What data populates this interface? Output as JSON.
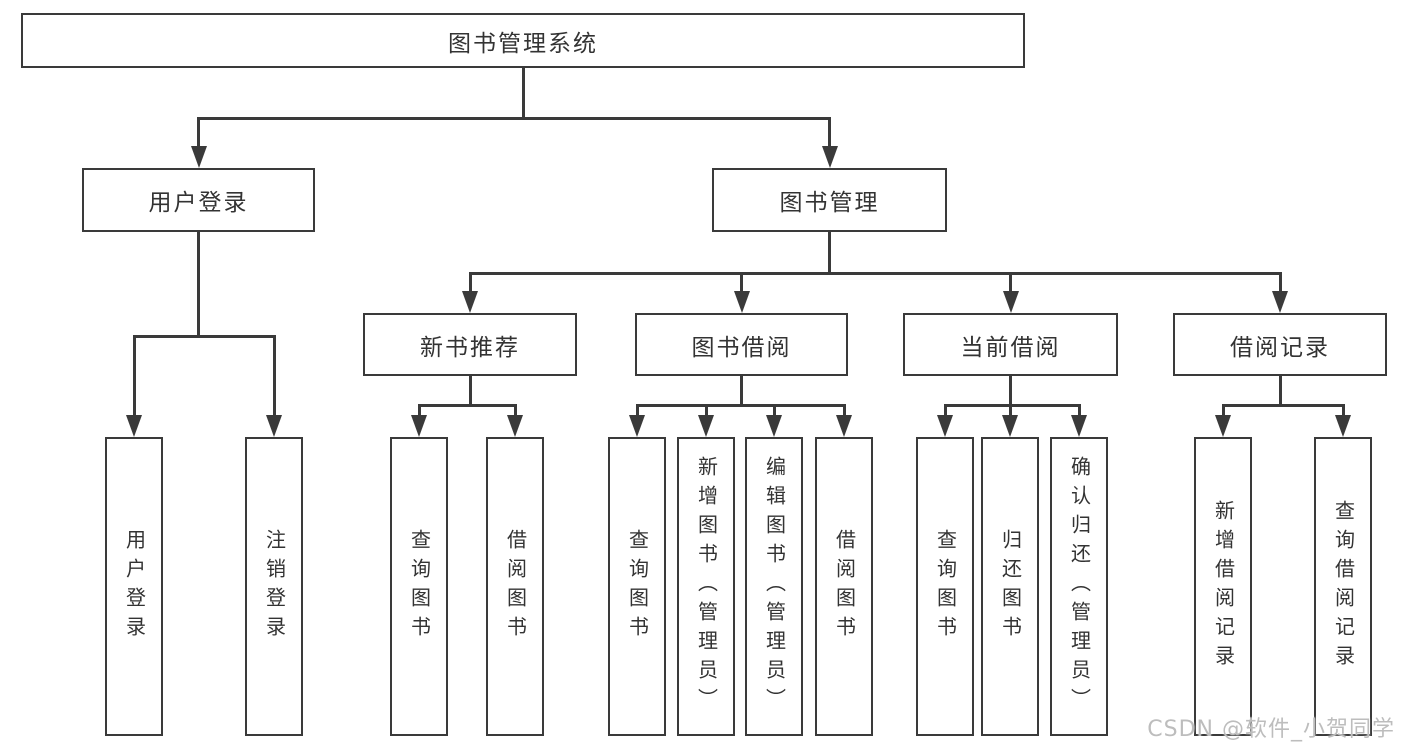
{
  "colors": {
    "line": "#3a3a3a",
    "text": "#333333",
    "background": "#ffffff",
    "watermark": "#bdbdbd"
  },
  "watermark": "CSDN @软件_小贺同学",
  "tree": {
    "root": {
      "label": "图书管理系统"
    },
    "branches": [
      {
        "label": "用户登录",
        "children": [
          {
            "label": "用户登录"
          },
          {
            "label": "注销登录"
          }
        ]
      },
      {
        "label": "图书管理",
        "children": [
          {
            "label": "新书推荐",
            "children": [
              {
                "label": "查询图书"
              },
              {
                "label": "借阅图书"
              }
            ]
          },
          {
            "label": "图书借阅",
            "children": [
              {
                "label": "查询图书"
              },
              {
                "label": "新增图书（管理员）"
              },
              {
                "label": "编辑图书（管理员）"
              },
              {
                "label": "借阅图书"
              }
            ]
          },
          {
            "label": "当前借阅",
            "children": [
              {
                "label": "查询图书"
              },
              {
                "label": "归还图书"
              },
              {
                "label": "确认归还（管理员）"
              }
            ]
          },
          {
            "label": "借阅记录",
            "children": [
              {
                "label": "新增借阅记录"
              },
              {
                "label": "查询借阅记录"
              }
            ]
          }
        ]
      }
    ]
  }
}
